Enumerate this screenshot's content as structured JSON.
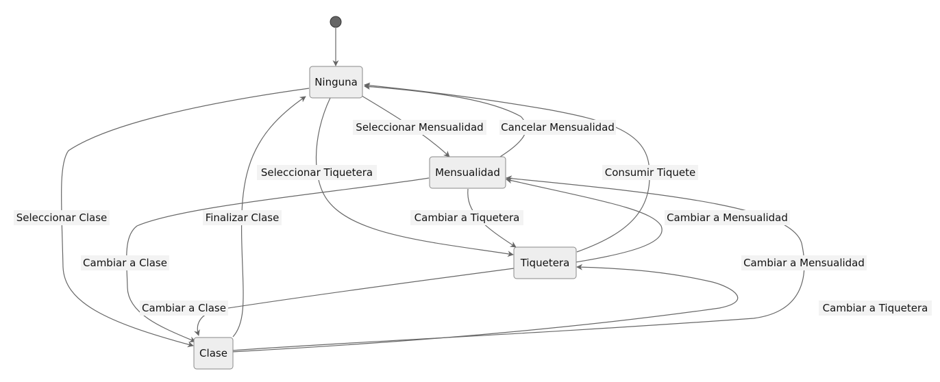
{
  "diagram": {
    "type": "state-diagram",
    "colors": {
      "state_fill": "#eeeeee",
      "state_stroke": "#888888",
      "edge": "#666666",
      "label_bg": "#f3f3f3",
      "start": "#666666"
    },
    "states": [
      {
        "id": "ninguna",
        "label": "Ninguna"
      },
      {
        "id": "mensualidad",
        "label": "Mensualidad"
      },
      {
        "id": "tiquetera",
        "label": "Tiquetera"
      },
      {
        "id": "clase",
        "label": "Clase"
      }
    ],
    "transitions": [
      {
        "id": "t-start",
        "from": "start",
        "to": "ninguna",
        "label": ""
      },
      {
        "id": "t-sel-mens",
        "from": "ninguna",
        "to": "mensualidad",
        "label": "Seleccionar Mensualidad"
      },
      {
        "id": "t-canc-mens",
        "from": "mensualidad",
        "to": "ninguna",
        "label": "Cancelar Mensualidad"
      },
      {
        "id": "t-sel-tiq",
        "from": "ninguna",
        "to": "tiquetera",
        "label": "Seleccionar Tiquetera"
      },
      {
        "id": "t-consumir",
        "from": "tiquetera",
        "to": "ninguna",
        "label": "Consumir Tiquete"
      },
      {
        "id": "t-sel-clase",
        "from": "ninguna",
        "to": "clase",
        "label": "Seleccionar Clase"
      },
      {
        "id": "t-fin-clase",
        "from": "clase",
        "to": "ninguna",
        "label": "Finalizar Clase"
      },
      {
        "id": "t-mens-tiq",
        "from": "mensualidad",
        "to": "tiquetera",
        "label": "Cambiar a Tiquetera"
      },
      {
        "id": "t-tiq-mens",
        "from": "tiquetera",
        "to": "mensualidad",
        "label": "Cambiar a Mensualidad"
      },
      {
        "id": "t-mens-clase",
        "from": "mensualidad",
        "to": "clase",
        "label": "Cambiar a Clase"
      },
      {
        "id": "t-tiq-clase",
        "from": "tiquetera",
        "to": "clase",
        "label": "Cambiar a Clase"
      },
      {
        "id": "t-clase-mens",
        "from": "clase",
        "to": "mensualidad",
        "label": "Cambiar a Mensualidad"
      },
      {
        "id": "t-clase-tiq",
        "from": "clase",
        "to": "tiquetera",
        "label": "Cambiar a Tiquetera"
      }
    ]
  }
}
